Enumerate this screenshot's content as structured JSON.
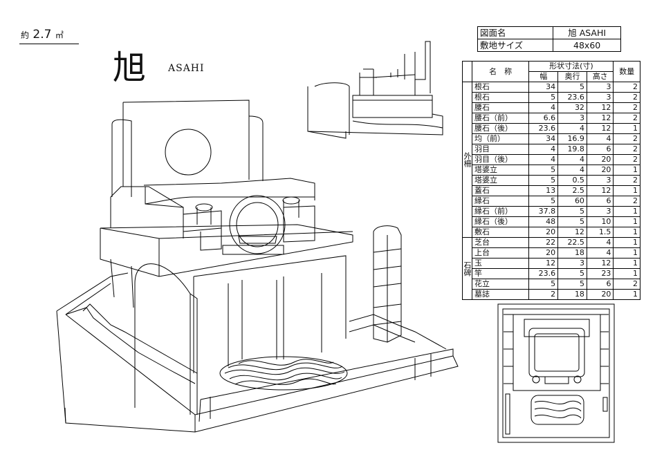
{
  "header": {
    "area_prefix": "約",
    "area_value": "2.7",
    "area_unit": "㎡",
    "title_kanji": "旭",
    "title_roman": "ASAHI"
  },
  "info_table": {
    "rows": [
      {
        "label": "図面名",
        "value": "旭 ASAHI"
      },
      {
        "label": "敷地サイズ",
        "value": "48x60"
      }
    ]
  },
  "spec_table": {
    "dim_header": "形状寸法(寸)",
    "col_name": "名　称",
    "col_width": "幅",
    "col_depth": "奥行",
    "col_height": "高さ",
    "col_qty": "数量",
    "groups": [
      {
        "label": "外柵",
        "rows": [
          {
            "name": "根石",
            "w": "34",
            "d": "5",
            "h": "3",
            "q": "2"
          },
          {
            "name": "根石",
            "w": "5",
            "d": "23.6",
            "h": "3",
            "q": "2"
          },
          {
            "name": "腰石",
            "w": "4",
            "d": "32",
            "h": "12",
            "q": "2"
          },
          {
            "name": "腰石（前）",
            "w": "6.6",
            "d": "3",
            "h": "12",
            "q": "2"
          },
          {
            "name": "腰石（後）",
            "w": "23.6",
            "d": "4",
            "h": "12",
            "q": "1"
          },
          {
            "name": "均（前）",
            "w": "34",
            "d": "16.9",
            "h": "4",
            "q": "2"
          },
          {
            "name": "羽目",
            "w": "4",
            "d": "19.8",
            "h": "6",
            "q": "2"
          },
          {
            "name": "羽目（後）",
            "w": "4",
            "d": "4",
            "h": "20",
            "q": "2"
          },
          {
            "name": "塔婆立",
            "w": "5",
            "d": "4",
            "h": "20",
            "q": "1"
          },
          {
            "name": "塔婆立",
            "w": "5",
            "d": "0.5",
            "h": "3",
            "q": "2"
          },
          {
            "name": "蓋石",
            "w": "13",
            "d": "2.5",
            "h": "12",
            "q": "1"
          },
          {
            "name": "縁石",
            "w": "5",
            "d": "60",
            "h": "6",
            "q": "2"
          },
          {
            "name": "縁石（前）",
            "w": "37.8",
            "d": "5",
            "h": "3",
            "q": "1"
          },
          {
            "name": "縁石（後）",
            "w": "48",
            "d": "5",
            "h": "10",
            "q": "1"
          },
          {
            "name": "敷石",
            "w": "20",
            "d": "12",
            "h": "1.5",
            "q": "1"
          }
        ]
      },
      {
        "label": "石碑",
        "rows": [
          {
            "name": "芝台",
            "w": "22",
            "d": "22.5",
            "h": "4",
            "q": "1"
          },
          {
            "name": "上台",
            "w": "20",
            "d": "18",
            "h": "4",
            "q": "1"
          },
          {
            "name": "玉",
            "w": "12",
            "d": "3",
            "h": "12",
            "q": "1"
          },
          {
            "name": "竿",
            "w": "23.6",
            "d": "5",
            "h": "23",
            "q": "1"
          },
          {
            "name": "花立",
            "w": "5",
            "d": "5",
            "h": "6",
            "q": "2"
          },
          {
            "name": "墓誌",
            "w": "2",
            "d": "18",
            "h": "20",
            "q": "1"
          }
        ]
      }
    ]
  }
}
